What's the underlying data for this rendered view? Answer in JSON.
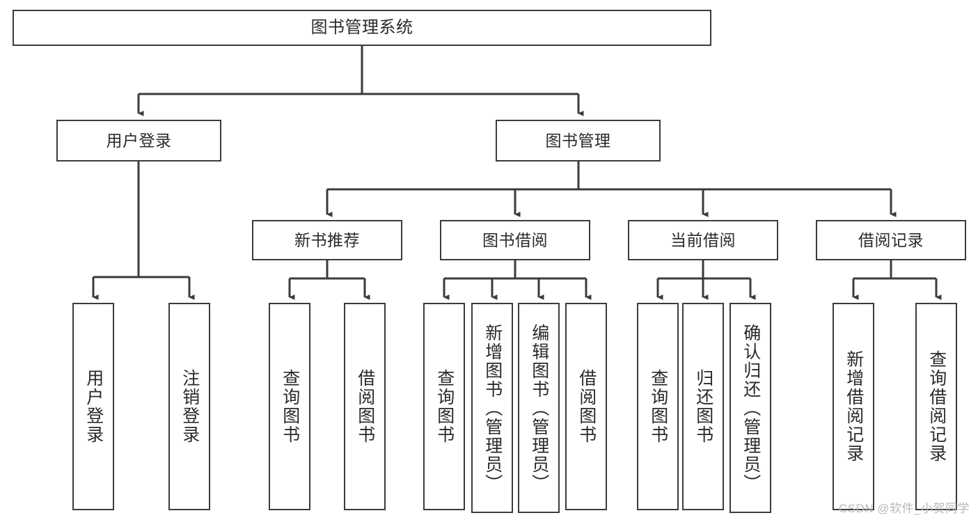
{
  "diagram": {
    "title": "图书管理系统",
    "type": "tree-hierarchy-chart",
    "root": {
      "label": "图书管理系统"
    },
    "level2": [
      {
        "label": "用户登录"
      },
      {
        "label": "图书管理"
      }
    ],
    "level3": [
      {
        "label": "新书推荐"
      },
      {
        "label": "图书借阅"
      },
      {
        "label": "当前借阅"
      },
      {
        "label": "借阅记录"
      }
    ],
    "leaves": {
      "user_login": [
        {
          "label": "用户登录"
        },
        {
          "label": "注销登录"
        }
      ],
      "new_book_recommend": [
        {
          "label": "查询图书"
        },
        {
          "label": "借阅图书"
        }
      ],
      "book_borrow": [
        {
          "label": "查询图书"
        },
        {
          "label": "新增图书（管理员）"
        },
        {
          "label": "编辑图书（管理员）"
        },
        {
          "label": "借阅图书"
        }
      ],
      "current_borrow": [
        {
          "label": "查询图书"
        },
        {
          "label": "归还图书"
        },
        {
          "label": "确认归还（管理员）"
        }
      ],
      "borrow_record": [
        {
          "label": "新增借阅记录"
        },
        {
          "label": "查询借阅记录"
        }
      ]
    }
  },
  "watermark": {
    "text": "CSDN @软件_小贺同学"
  },
  "colors": {
    "border": "#3b3b3b",
    "text": "#2a2a2a",
    "background": "#ffffff",
    "watermark": "#b9b9b9"
  }
}
